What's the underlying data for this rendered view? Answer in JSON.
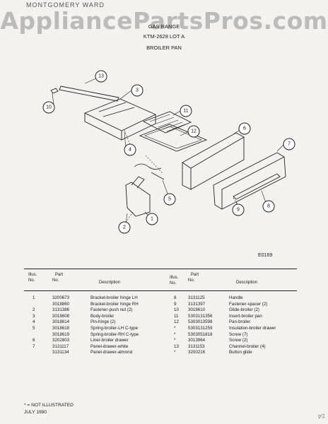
{
  "watermark": "AppliancePartsPros.com",
  "brand_top": "MONTGOMERY WARD",
  "header": {
    "line1": "GAS RANGE",
    "line2": "KTM-2628 LOT A",
    "line3": "BROILER PAN"
  },
  "figure_code": "E0169",
  "callouts": [
    "13",
    "3",
    "10",
    "11",
    "12",
    "6",
    "7",
    "4",
    "5",
    "8",
    "9",
    "1",
    "2"
  ],
  "table": {
    "col_illus": "Illus.",
    "col_no": "No.",
    "col_part": "Part",
    "col_partno": "No.",
    "col_desc": "Description",
    "left_rows": [
      {
        "illus": "1",
        "part": "3200673",
        "desc": "Bracket-broiler hinge LH"
      },
      {
        "illus": "",
        "part": "3018860",
        "desc": "Bracket-broiler hinge RH"
      },
      {
        "illus": "2",
        "part": "3131386",
        "desc": "Fastener-push nut (2)"
      },
      {
        "illus": "3",
        "part": "3018608",
        "desc": "Body-broiler"
      },
      {
        "illus": "4",
        "part": "3018614",
        "desc": "Pin-hinge (2)"
      },
      {
        "illus": "5",
        "part": "3018618",
        "desc": "Spring-broiler-LH C-type"
      },
      {
        "illus": "",
        "part": "3018619",
        "desc": "Spring-broiler-RH C-type"
      },
      {
        "illus": "6",
        "part": "3202803",
        "desc": "Liner-broiler drawer"
      },
      {
        "illus": "7",
        "part": "3131117",
        "desc": "Panel-drawer-white"
      },
      {
        "illus": "",
        "part": "3131134",
        "desc": "Panel-drawer-almond"
      }
    ],
    "right_rows": [
      {
        "illus": "8",
        "part": "3131125",
        "desc": "Handle"
      },
      {
        "illus": "9",
        "part": "3131397",
        "desc": "Fastener-spacer (2)"
      },
      {
        "illus": "10",
        "part": "3018610",
        "desc": "Glide-broiler (2)"
      },
      {
        "illus": "11",
        "part": "5303131356",
        "desc": "Insert-broiler pan"
      },
      {
        "illus": "12",
        "part": "5303013598",
        "desc": "Pan-broiler"
      },
      {
        "illus": "*",
        "part": "5303131259",
        "desc": "Insulation-broiler drawer"
      },
      {
        "illus": "*",
        "part": "5303051818",
        "desc": "Screw (7)"
      },
      {
        "illus": "*",
        "part": "3013964",
        "desc": "Screw (2)"
      },
      {
        "illus": "13",
        "part": "3131153",
        "desc": "Channel-broiler (4)"
      },
      {
        "illus": "*",
        "part": "3200216",
        "desc": "Button glide"
      }
    ]
  },
  "footnote": "* = NOT ILLUSTRATED",
  "date": "JULY 1990",
  "corner_mark": "P2"
}
